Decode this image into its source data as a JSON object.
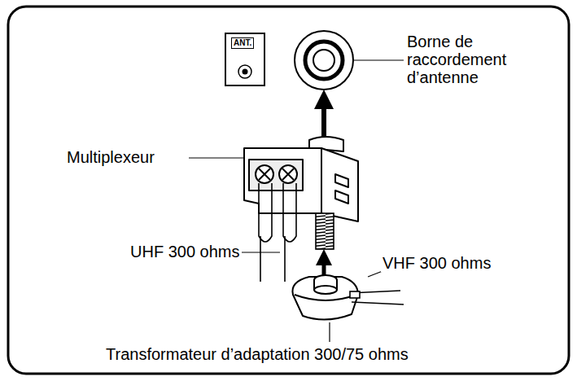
{
  "diagram": {
    "nodes": [
      {
        "text": [
          "ANT."
        ]
      }
    ],
    "labels": [
      "Borne de raccordement d’antenne",
      "Multiplexeur",
      "UHF 300 ohms",
      "VHF 300 ohms",
      "Transformateur d’adaptation 300/75 ohms"
    ]
  }
}
